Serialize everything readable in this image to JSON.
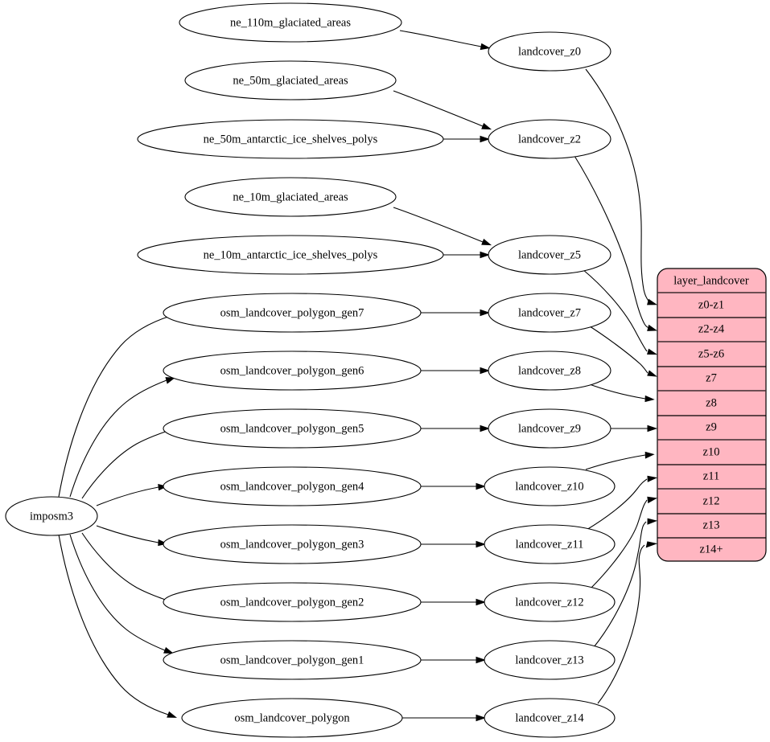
{
  "diagram": {
    "type": "directed-graph",
    "title": "landcover layer data flow",
    "background": "#ffffff",
    "accent_fill": "#ffb6c1",
    "node_fill": "#ffffff",
    "stroke": "#000000"
  },
  "sources": {
    "root": {
      "id": "imposm3",
      "label": "imposm3"
    },
    "natural_earth": [
      {
        "id": "ne_110m_glaciated_areas",
        "label": "ne_110m_glaciated_areas"
      },
      {
        "id": "ne_50m_glaciated_areas",
        "label": "ne_50m_glaciated_areas"
      },
      {
        "id": "ne_50m_antarctic_ice_shelves_polys",
        "label": "ne_50m_antarctic_ice_shelves_polys"
      },
      {
        "id": "ne_10m_glaciated_areas",
        "label": "ne_10m_glaciated_areas"
      },
      {
        "id": "ne_10m_antarctic_ice_shelves_polys",
        "label": "ne_10m_antarctic_ice_shelves_polys"
      }
    ],
    "osm": [
      {
        "id": "osm_landcover_polygon_gen7",
        "label": "osm_landcover_polygon_gen7"
      },
      {
        "id": "osm_landcover_polygon_gen6",
        "label": "osm_landcover_polygon_gen6"
      },
      {
        "id": "osm_landcover_polygon_gen5",
        "label": "osm_landcover_polygon_gen5"
      },
      {
        "id": "osm_landcover_polygon_gen4",
        "label": "osm_landcover_polygon_gen4"
      },
      {
        "id": "osm_landcover_polygon_gen3",
        "label": "osm_landcover_polygon_gen3"
      },
      {
        "id": "osm_landcover_polygon_gen2",
        "label": "osm_landcover_polygon_gen2"
      },
      {
        "id": "osm_landcover_polygon_gen1",
        "label": "osm_landcover_polygon_gen1"
      },
      {
        "id": "osm_landcover_polygon",
        "label": "osm_landcover_polygon"
      }
    ]
  },
  "zoom_nodes": [
    {
      "id": "landcover_z0",
      "label": "landcover_z0"
    },
    {
      "id": "landcover_z2",
      "label": "landcover_z2"
    },
    {
      "id": "landcover_z5",
      "label": "landcover_z5"
    },
    {
      "id": "landcover_z7",
      "label": "landcover_z7"
    },
    {
      "id": "landcover_z8",
      "label": "landcover_z8"
    },
    {
      "id": "landcover_z9",
      "label": "landcover_z9"
    },
    {
      "id": "landcover_z10",
      "label": "landcover_z10"
    },
    {
      "id": "landcover_z11",
      "label": "landcover_z11"
    },
    {
      "id": "landcover_z12",
      "label": "landcover_z12"
    },
    {
      "id": "landcover_z13",
      "label": "landcover_z13"
    },
    {
      "id": "landcover_z14",
      "label": "landcover_z14"
    }
  ],
  "layer_table": {
    "header": "layer_landcover",
    "rows": [
      {
        "label": "z0-z1"
      },
      {
        "label": "z2-z4"
      },
      {
        "label": "z5-z6"
      },
      {
        "label": "z7"
      },
      {
        "label": "z8"
      },
      {
        "label": "z9"
      },
      {
        "label": "z10"
      },
      {
        "label": "z11"
      },
      {
        "label": "z12"
      },
      {
        "label": "z13"
      },
      {
        "label": "z14+"
      }
    ]
  },
  "edges": [
    {
      "from": "ne_110m_glaciated_areas",
      "to": "landcover_z0"
    },
    {
      "from": "ne_50m_glaciated_areas",
      "to": "landcover_z2"
    },
    {
      "from": "ne_50m_antarctic_ice_shelves_polys",
      "to": "landcover_z2"
    },
    {
      "from": "ne_10m_glaciated_areas",
      "to": "landcover_z5"
    },
    {
      "from": "ne_10m_antarctic_ice_shelves_polys",
      "to": "landcover_z5"
    },
    {
      "from": "imposm3",
      "to": "osm_landcover_polygon_gen7"
    },
    {
      "from": "imposm3",
      "to": "osm_landcover_polygon_gen6"
    },
    {
      "from": "imposm3",
      "to": "osm_landcover_polygon_gen5"
    },
    {
      "from": "imposm3",
      "to": "osm_landcover_polygon_gen4"
    },
    {
      "from": "imposm3",
      "to": "osm_landcover_polygon_gen3"
    },
    {
      "from": "imposm3",
      "to": "osm_landcover_polygon_gen2"
    },
    {
      "from": "imposm3",
      "to": "osm_landcover_polygon_gen1"
    },
    {
      "from": "imposm3",
      "to": "osm_landcover_polygon"
    },
    {
      "from": "osm_landcover_polygon_gen7",
      "to": "landcover_z7"
    },
    {
      "from": "osm_landcover_polygon_gen6",
      "to": "landcover_z8"
    },
    {
      "from": "osm_landcover_polygon_gen5",
      "to": "landcover_z9"
    },
    {
      "from": "osm_landcover_polygon_gen4",
      "to": "landcover_z10"
    },
    {
      "from": "osm_landcover_polygon_gen3",
      "to": "landcover_z11"
    },
    {
      "from": "osm_landcover_polygon_gen2",
      "to": "landcover_z12"
    },
    {
      "from": "osm_landcover_polygon_gen1",
      "to": "landcover_z13"
    },
    {
      "from": "osm_landcover_polygon",
      "to": "landcover_z14"
    },
    {
      "from": "landcover_z0",
      "to": "z0-z1"
    },
    {
      "from": "landcover_z2",
      "to": "z2-z4"
    },
    {
      "from": "landcover_z5",
      "to": "z5-z6"
    },
    {
      "from": "landcover_z7",
      "to": "z7"
    },
    {
      "from": "landcover_z8",
      "to": "z8"
    },
    {
      "from": "landcover_z9",
      "to": "z9"
    },
    {
      "from": "landcover_z10",
      "to": "z10"
    },
    {
      "from": "landcover_z11",
      "to": "z11"
    },
    {
      "from": "landcover_z12",
      "to": "z12"
    },
    {
      "from": "landcover_z13",
      "to": "z13"
    },
    {
      "from": "landcover_z14",
      "to": "z14+"
    }
  ]
}
